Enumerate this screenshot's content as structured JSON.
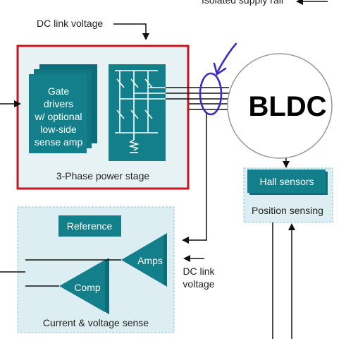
{
  "labels": {
    "isolated_supply_rail": "Isolated supply rail",
    "dc_link_voltage_top": "DC link voltage",
    "gate_driver_line1": "Gate",
    "gate_driver_line2": "drivers",
    "gate_driver_line3": "w/ optional",
    "gate_driver_line4": "low-side",
    "gate_driver_line5": "sense amp",
    "power_stage_caption": "3-Phase power stage",
    "motor": "BLDC",
    "hall_sensors": "Hall sensors",
    "position_sensing": "Position sensing",
    "reference": "Reference",
    "amps": "Amps",
    "comp": "Comp",
    "dc_link_voltage_side_line1": "DC link",
    "dc_link_voltage_side_line2": "voltage",
    "current_voltage_sense": "Current & voltage sense"
  },
  "colors": {
    "teal": "#137f8b",
    "teal_dark": "#0d6d78",
    "panel_fill": "#ddeef2",
    "panel_border": "#8fc7d2",
    "red_border": "#c8141e",
    "annotation": "#3d2bc4"
  },
  "icons": {
    "annotation_mark": "hand-drawn-circle-and-arrow"
  }
}
